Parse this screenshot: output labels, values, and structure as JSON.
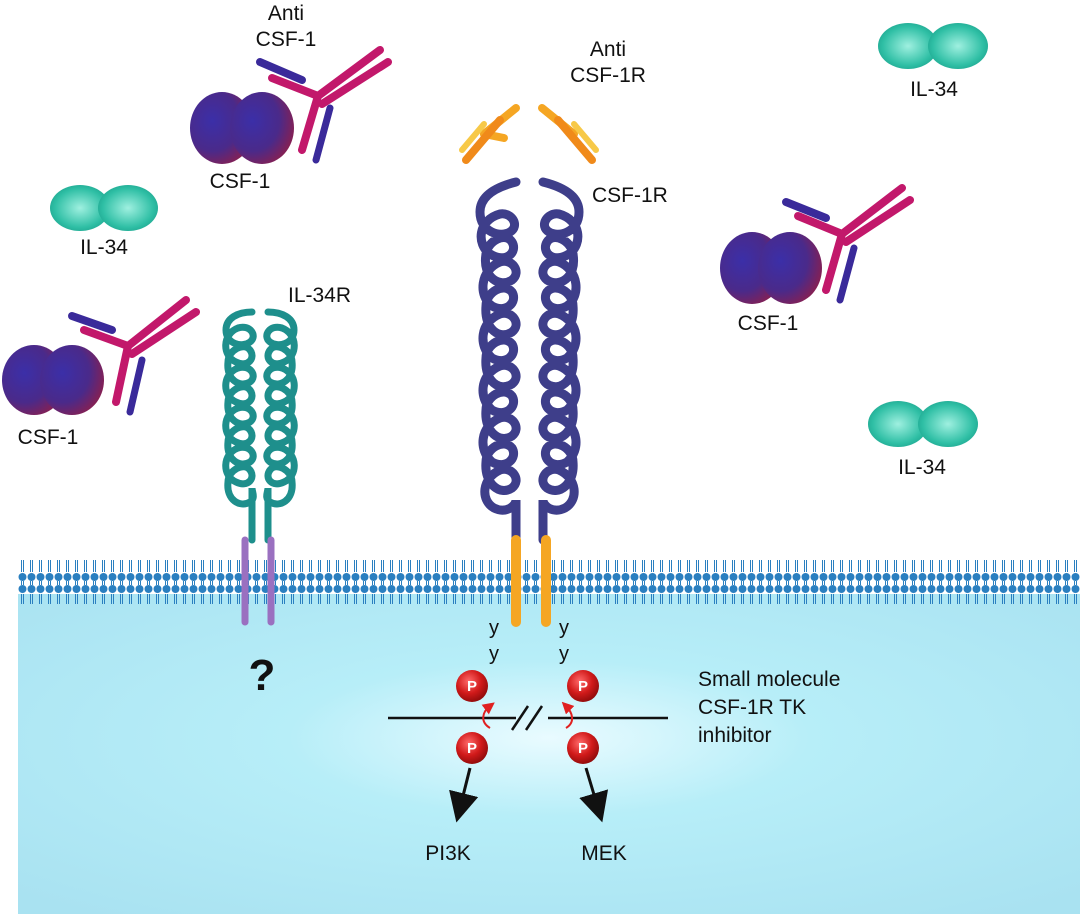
{
  "labels": {
    "anti_csf1_line1": "Anti",
    "anti_csf1_line2": "CSF-1",
    "anti_csf1r_line1": "Anti",
    "anti_csf1r_line2": "CSF-1R",
    "csf1r": "CSF-1R",
    "il34r": "IL-34R",
    "csf1_a": "CSF-1",
    "csf1_b": "CSF-1",
    "csf1_c": "CSF-1",
    "il34_a": "IL-34",
    "il34_b": "IL-34",
    "il34_c": "IL-34",
    "question": "?",
    "tyr_a": "y",
    "tyr_b": "y",
    "tyr_c": "y",
    "tyr_d": "y",
    "phospho": "P",
    "inhibitor_line1": "Small molecule",
    "inhibitor_line2": "CSF-1R TK",
    "inhibitor_line3": "inhibitor",
    "pi3k": "PI3K",
    "mek": "MEK"
  },
  "colors": {
    "csf1_ligand": "#5a1f6e",
    "il34_ligand": "#2fbfa5",
    "antibody_csf1_heavy": "#c2186b",
    "antibody_csf1_light": "#3a2a9a",
    "antibody_csf1r": "#f5a623",
    "csf1r_receptor": "#3e3e8a",
    "il34r_receptor": "#1e8f8c",
    "il34r_tm": "#9a70c0",
    "csf1r_tm": "#f5a623",
    "membrane": "#2a7fc0",
    "cytoplasm": "#a8e6f3",
    "phosphate": "#d11a1a",
    "arrow": "#111111"
  }
}
